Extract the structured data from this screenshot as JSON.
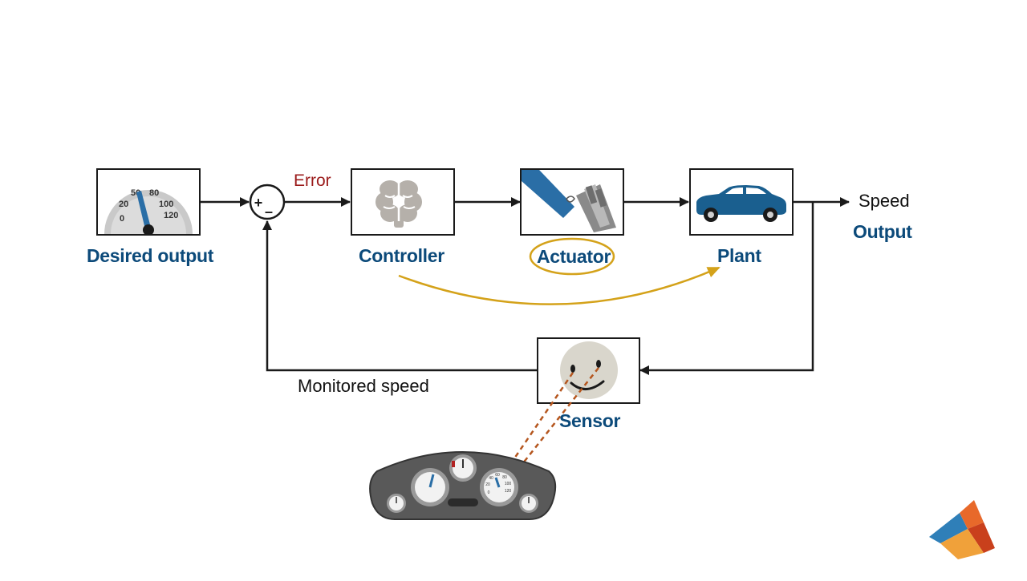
{
  "diagram": {
    "blocks": {
      "desired_output": "Desired output",
      "controller": "Controller",
      "actuator": "Actuator",
      "plant": "Plant",
      "sensor": "Sensor"
    },
    "signals": {
      "error": "Error",
      "speed": "Speed",
      "output": "Output",
      "monitored_speed": "Monitored speed"
    },
    "summing_junction": {
      "plus": "+",
      "minus": "–"
    },
    "desired_gauge_ticks": [
      "0",
      "20",
      "50",
      "80",
      "100",
      "120"
    ],
    "dashboard_gauge_ticks": [
      "0",
      "20",
      "40",
      "60",
      "80",
      "100",
      "120"
    ],
    "colors": {
      "block_label": "#0c4a7a",
      "error_label": "#9b1b1b",
      "highlight": "#d4a21a",
      "line": "#1a1a1a",
      "car": "#1a5f8f",
      "brain": "#b5b0aa",
      "face": "#d9d6cc",
      "sensor_link": "#b5561e"
    }
  }
}
